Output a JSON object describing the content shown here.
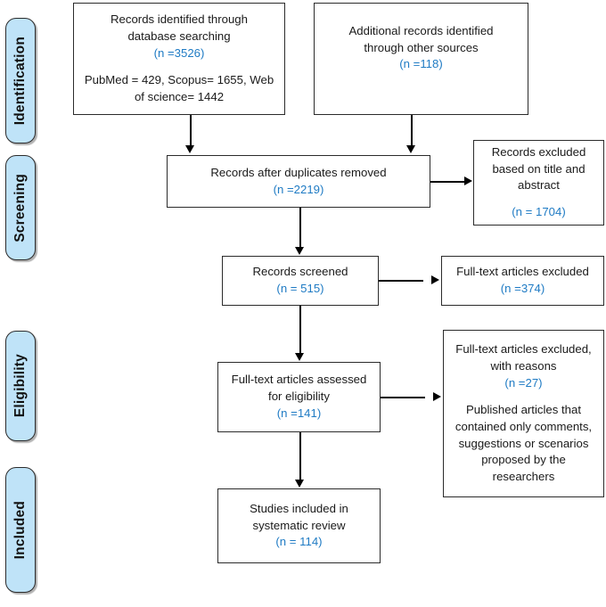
{
  "diagram": {
    "title": "PRISMA flow diagram",
    "accent_blue": "#1f7bc4",
    "pill_fill": "#bfe3f8",
    "box_border": "#2b2b2b"
  },
  "stages": [
    {
      "label": "Identification"
    },
    {
      "label": "Screening"
    },
    {
      "label": "Eligibility"
    },
    {
      "label": "Included"
    }
  ],
  "boxes": {
    "identification_database": {
      "line1": "Records identified through",
      "line2": "database searching",
      "count": "(n =3526)",
      "line3": "PubMed = 429, Scopus= 1655, Web",
      "line4": "of science= 1442"
    },
    "identification_other": {
      "line1": "Additional records identified",
      "line2": "through other sources",
      "count": "(n =118)"
    },
    "duplicates_removed": {
      "line1": "Records after duplicates removed",
      "count": "(n =2219)"
    },
    "records_excluded": {
      "line1": "Records excluded",
      "line2": "based on title and",
      "line3": "abstract",
      "count": "(n = 1704)"
    },
    "records_screened": {
      "line1": "Records screened",
      "count": "(n = 515)"
    },
    "fulltext_excluded": {
      "line1": "Full-text articles excluded",
      "count": "(n =374)"
    },
    "fulltext_assessed": {
      "line1": "Full-text articles assessed",
      "line2": "for eligibility",
      "count": "(n =141)"
    },
    "fulltext_excluded_reasons": {
      "line1": "Full-text articles excluded,",
      "line2": "with reasons",
      "count": "(n =27)",
      "line3": "Published articles that",
      "line4": "contained only comments,",
      "line5": "suggestions or scenarios",
      "line6": "proposed by the",
      "line7": "researchers"
    },
    "studies_included": {
      "line1": "Studies included in",
      "line2": "systematic review",
      "count": "(n = 114)"
    }
  }
}
